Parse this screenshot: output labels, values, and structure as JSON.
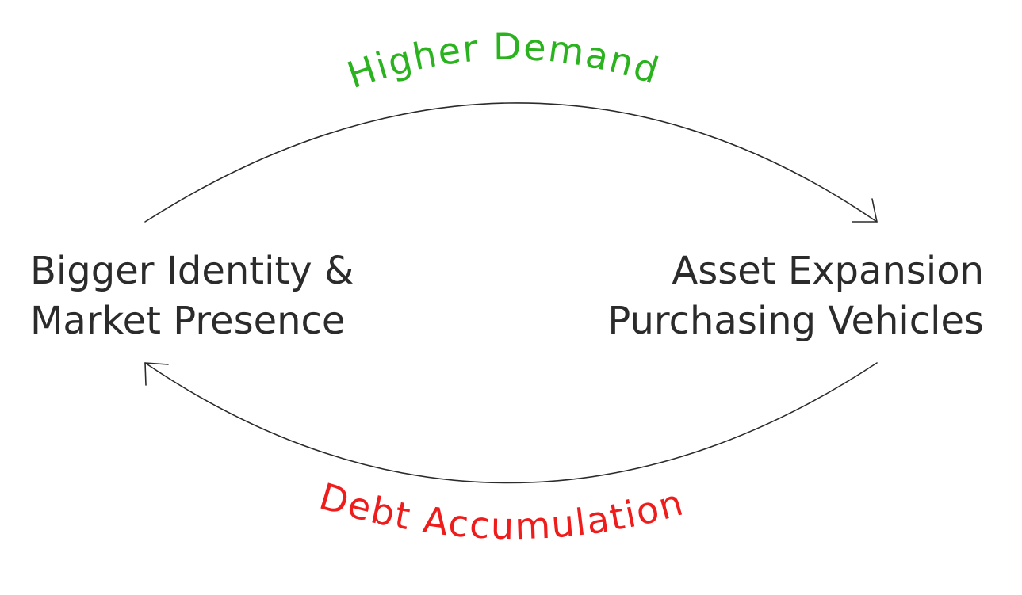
{
  "nodes": {
    "left": {
      "line1": "Bigger Identity &",
      "line2": "Market Presence"
    },
    "right": {
      "line1": "Asset Expansion",
      "line2": "Purchasing Vehicles"
    }
  },
  "edges": {
    "top": {
      "label": "Higher Demand",
      "color": "#2bb31f"
    },
    "bottom": {
      "label": "Debt Accumulation",
      "color": "#ef1c1c"
    },
    "stroke_color": "#2b2b2b"
  }
}
